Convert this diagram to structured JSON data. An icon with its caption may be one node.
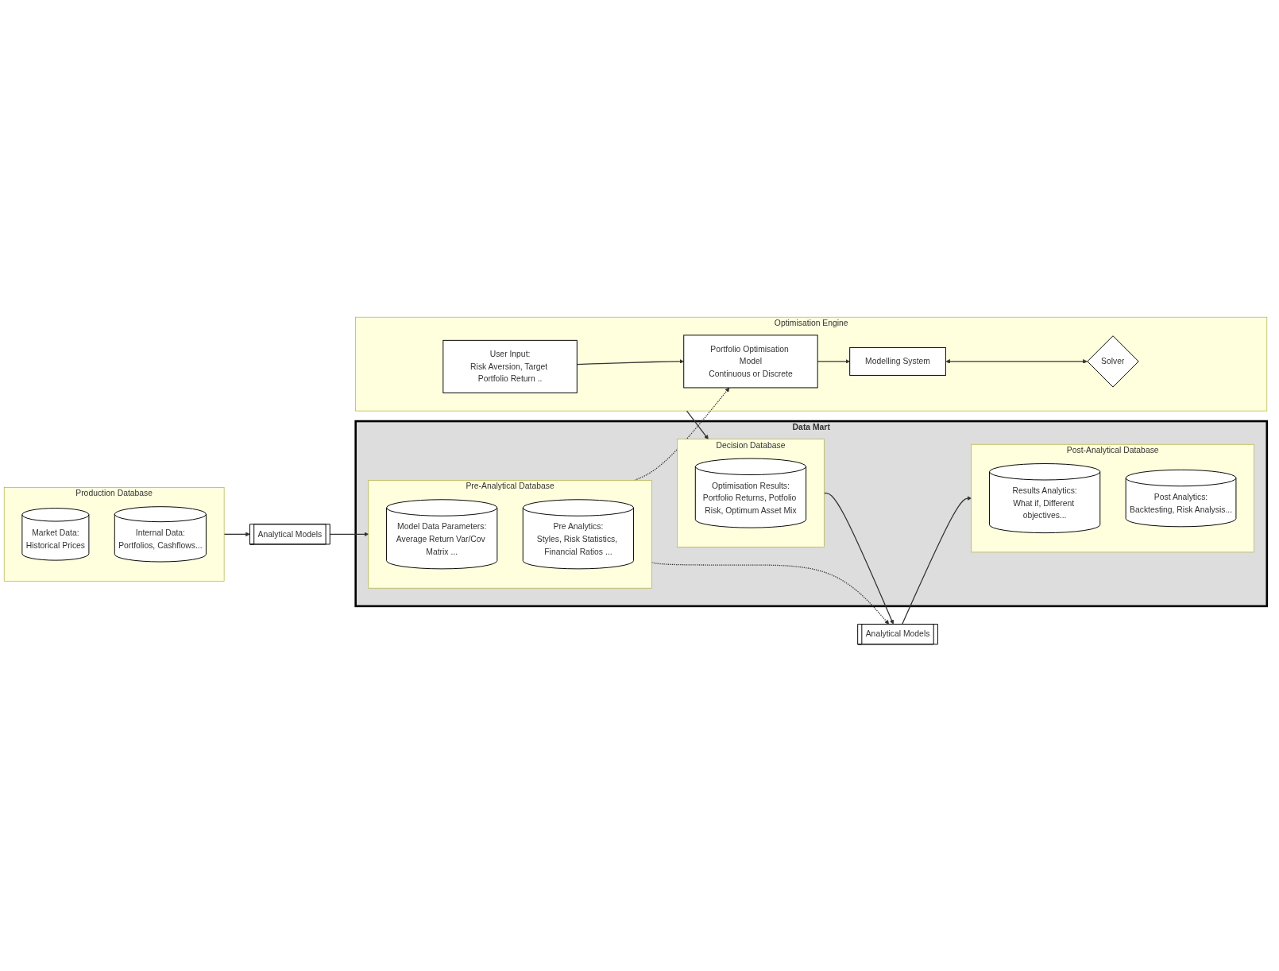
{
  "diagram": {
    "nodes": [
      {
        "text": [
          "Production Database"
        ]
      },
      {
        "text": [
          "Market Data:",
          "Historical Prices"
        ],
        "in": 0
      },
      {
        "text": [
          "Internal Data:",
          "Portfolios, Cashflows..."
        ],
        "in": 0
      },
      {
        "text": [
          "Analytical Models"
        ]
      },
      {
        "text": [
          "Data Mart"
        ]
      },
      {
        "text": [
          "Pre-Analytical Database"
        ],
        "in": 4
      },
      {
        "text": [
          "Model Data Parameters:",
          "Average Return Var/Cov Matrix ..."
        ],
        "in": 5
      },
      {
        "text": [
          "Pre Analytics:",
          "Styles, Risk Statistics, Financial Ratios ..."
        ],
        "in": 5
      },
      {
        "text": [
          "Decision Database"
        ],
        "in": 4
      },
      {
        "text": [
          "Optimisation Results:",
          "Portfolio Returns, Potfolio Risk, Optimum Asset Mix"
        ],
        "in": 8
      },
      {
        "text": [
          "Post-Analytical Database"
        ],
        "in": 4
      },
      {
        "text": [
          "Results Analytics:",
          "What if, Different objectives..."
        ],
        "in": 10
      },
      {
        "text": [
          "Post Analytics:",
          "Backtesting, Risk Analysis..."
        ],
        "in": 10
      },
      {
        "text": [
          "Analytical Models"
        ]
      },
      {
        "text": [
          "Optimisation Engine"
        ]
      },
      {
        "text": [
          "User Input:",
          "Risk Aversion, Target Portfolio Return .."
        ],
        "in": 14
      },
      {
        "text": [
          "Portfolio Optimisation Model",
          "Continuous or Discrete"
        ],
        "in": 14
      },
      {
        "text": [
          "Modelling System"
        ],
        "in": 14
      },
      {
        "text": [
          "Solver"
        ],
        "in": 14
      }
    ],
    "edges": [
      {
        "from": 0,
        "to": 3,
        "arrow": "to"
      },
      {
        "from": 3,
        "to": 5,
        "arrow": "to"
      },
      {
        "from": 5,
        "to": 16,
        "arrow": "to",
        "style": "dashed"
      },
      {
        "from": 5,
        "to": 13,
        "arrow": "to",
        "style": "dashed"
      },
      {
        "from": 8,
        "to": 13,
        "arrow": "to"
      },
      {
        "from": 13,
        "to": 10,
        "arrow": "to"
      },
      {
        "from": 14,
        "to": 8,
        "arrow": "to"
      },
      {
        "from": 15,
        "to": 16,
        "arrow": "to"
      },
      {
        "from": 16,
        "to": 17,
        "arrow": "to"
      },
      {
        "from": 17,
        "to": 18,
        "arrow": "both"
      }
    ]
  }
}
